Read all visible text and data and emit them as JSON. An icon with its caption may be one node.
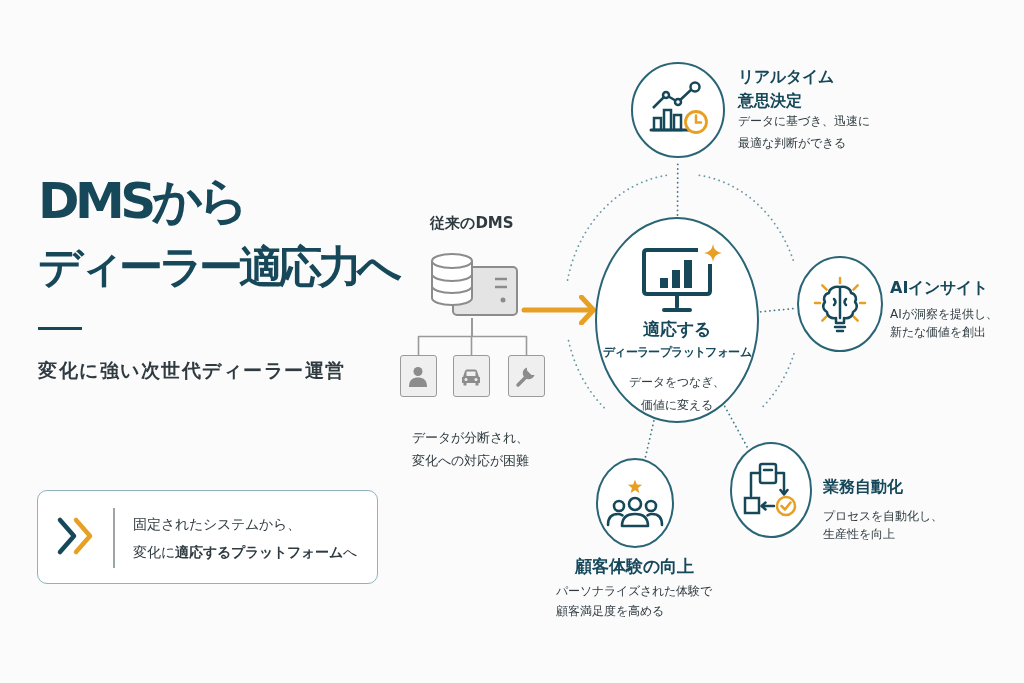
{
  "diagram": {
    "title": "DMSからディーラー**適応力**へ",
    "nodes": [
      {
        "text": [
          "固定されたシステムから、変化に**適応するプラットフォーム**へ"
        ]
      },
      {
        "text": [
          "従来のDMS"
        ]
      },
      {
        "text": [],
        "shape": "box"
      },
      {
        "text": [],
        "shape": "box"
      },
      {
        "text": [],
        "shape": "box"
      },
      {
        "text": [
          "適応するディーラープラットフォーム",
          "データをつなぎ、価値に変える"
        ]
      },
      {
        "text": [
          "リアルタイム意思決定",
          "データに基づき、迅速に最適な判断ができる"
        ]
      },
      {
        "text": [
          "AIインサイト",
          "AIが洞察を提供し、新たな価値を創出"
        ]
      },
      {
        "text": [
          "業務自動化",
          "プロセスを自動化し、生産性を向上"
        ]
      },
      {
        "text": [
          "顧客体験の向上",
          "パーソナライズされた体験で顧客満足度を高める"
        ]
      }
    ],
    "edges": [
      {
        "from": 1,
        "to": 2,
        "arrow": "none",
        "color": "#9a9a9a"
      },
      {
        "from": 1,
        "to": 3,
        "arrow": "none",
        "color": "#9a9a9a"
      },
      {
        "from": 1,
        "to": 4,
        "arrow": "none",
        "color": "#9a9a9a"
      },
      {
        "from": 1,
        "to": 5,
        "arrow": "to",
        "style": "thick",
        "color": "#e8a024"
      },
      {
        "from": 5,
        "to": 6,
        "arrow": "none",
        "style": "dashed"
      },
      {
        "from": 5,
        "to": 7,
        "arrow": "none",
        "style": "dashed"
      },
      {
        "from": 5,
        "to": 8,
        "arrow": "none",
        "style": "dashed"
      },
      {
        "from": 5,
        "to": 9,
        "arrow": "none",
        "style": "dashed"
      }
    ],
    "labels": [
      "変化に強い次世代ディーラー運営",
      "データが分断され、変化への対応が困難"
    ]
  }
}
